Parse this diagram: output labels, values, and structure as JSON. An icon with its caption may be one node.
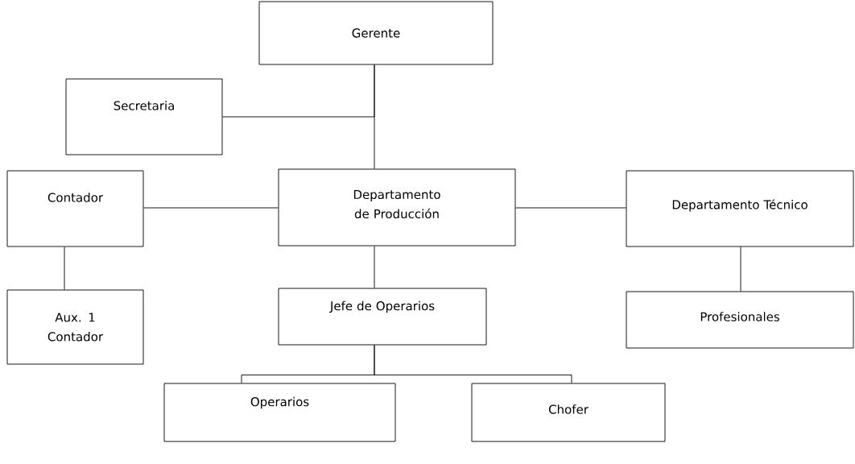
{
  "diagram": {
    "nodes": [
      {
        "text": [
          "Gerente"
        ]
      },
      {
        "text": [
          "Secretaria"
        ]
      },
      {
        "text": [
          "Contador"
        ]
      },
      {
        "text": [
          "Departamento de Producción"
        ]
      },
      {
        "text": [
          "Departamento Técnico"
        ]
      },
      {
        "text": [
          "Aux. 1 Contador"
        ]
      },
      {
        "text": [
          "Jefe de Operarios"
        ]
      },
      {
        "text": [
          "Profesionales"
        ]
      },
      {
        "text": [
          "Operarios"
        ]
      },
      {
        "text": [
          "Chofer"
        ]
      }
    ],
    "edges": [
      {
        "from": 0,
        "to": 1,
        "arrow": "none"
      },
      {
        "from": 0,
        "to": 3,
        "arrow": "none"
      },
      {
        "from": 3,
        "to": 2,
        "arrow": "none"
      },
      {
        "from": 3,
        "to": 4,
        "arrow": "none"
      },
      {
        "from": 2,
        "to": 5,
        "arrow": "none"
      },
      {
        "from": 3,
        "to": 6,
        "arrow": "none"
      },
      {
        "from": 4,
        "to": 7,
        "arrow": "none"
      },
      {
        "from": 6,
        "to": 8,
        "arrow": "none"
      },
      {
        "from": 6,
        "to": 9,
        "arrow": "none"
      }
    ]
  }
}
